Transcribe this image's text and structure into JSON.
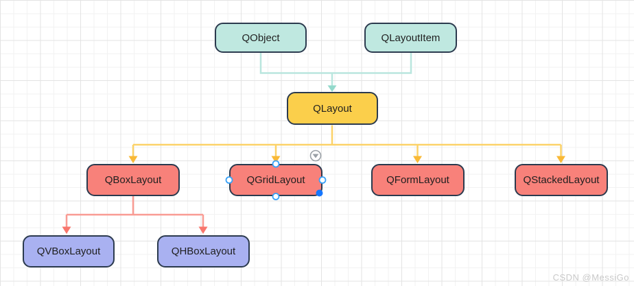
{
  "canvas": {
    "background": "#ffffff",
    "grid_minor_color": "#f2f2f2",
    "grid_major_color": "#e3e3e3",
    "watermark": "CSDN @MessiGo"
  },
  "palette": {
    "node_border": "#2b3a4e",
    "teal_fill": "#bfe8e0",
    "yellow_fill": "#fbcf4b",
    "red_fill": "#f8817a",
    "purple_fill": "#a9b1f1",
    "teal_line": "#b9e6de",
    "teal_arrow": "#93d9cb",
    "yellow_line": "#fcd268",
    "yellow_arrow": "#f9b936",
    "red_line": "#f99b93",
    "red_arrow": "#f8766d",
    "handle_ring": "#38a1f7",
    "handle_fill": "#ffffff",
    "handle_dot": "#1677ff",
    "chevron_button": "#9aa0a6"
  },
  "nodes": {
    "qobject": {
      "label": "QObject"
    },
    "qlayoutitem": {
      "label": "QLayoutItem"
    },
    "qlayout": {
      "label": "QLayout"
    },
    "qboxlayout": {
      "label": "QBoxLayout"
    },
    "qgridlayout": {
      "label": "QGridLayout",
      "selected": true
    },
    "qformlayout": {
      "label": "QFormLayout"
    },
    "qstackedlayout": {
      "label": "QStackedLayout"
    },
    "qvboxlayout": {
      "label": "QVBoxLayout"
    },
    "qhboxlayout": {
      "label": "QHBoxLayout"
    }
  },
  "edges": {
    "parents_to_qlayout": {
      "from": [
        "QObject",
        "QLayoutItem"
      ],
      "to": "QLayout"
    },
    "qlayout_to_children": {
      "from": [
        "QLayout"
      ],
      "to": [
        "QBoxLayout",
        "QGridLayout",
        "QFormLayout",
        "QStackedLayout"
      ]
    },
    "qboxlayout_to_children": {
      "from": [
        "QBoxLayout"
      ],
      "to": [
        "QVBoxLayout",
        "QHBoxLayout"
      ]
    }
  }
}
